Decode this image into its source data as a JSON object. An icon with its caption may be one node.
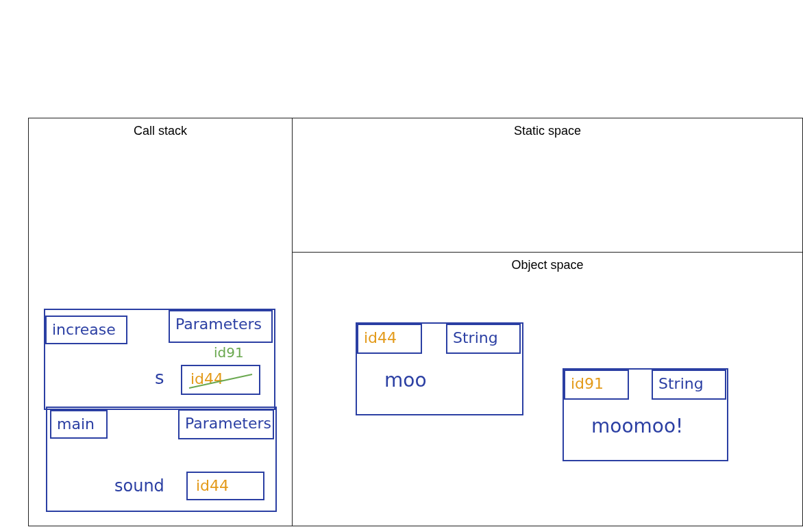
{
  "diagram": {
    "nodes": [
      {
        "text": [
          "Call stack"
        ]
      },
      {
        "text": [
          "Static space"
        ]
      },
      {
        "text": [
          "Object space"
        ]
      },
      {
        "text": [],
        "shape": "box",
        "in": 0
      },
      {
        "text": [
          "increase"
        ],
        "in": 3
      },
      {
        "text": [
          "Parameters"
        ],
        "in": 3
      },
      {
        "text": [
          "id44"
        ],
        "beside": [
          "s",
          "id91"
        ],
        "in": 3
      },
      {
        "text": [],
        "shape": "box",
        "in": 0
      },
      {
        "text": [
          "main"
        ],
        "in": 7
      },
      {
        "text": [
          "Parameters"
        ],
        "in": 7
      },
      {
        "text": [
          "id44"
        ],
        "beside": [
          "sound"
        ],
        "in": 7
      },
      {
        "text": [
          "moo"
        ],
        "in": 2
      },
      {
        "text": [
          "id44"
        ],
        "in": 11
      },
      {
        "text": [
          "String"
        ],
        "in": 11
      },
      {
        "text": [
          "moomoo!"
        ],
        "in": 2
      },
      {
        "text": [
          "id91"
        ],
        "in": 14
      },
      {
        "text": [
          "String"
        ],
        "in": 14
      }
    ]
  }
}
